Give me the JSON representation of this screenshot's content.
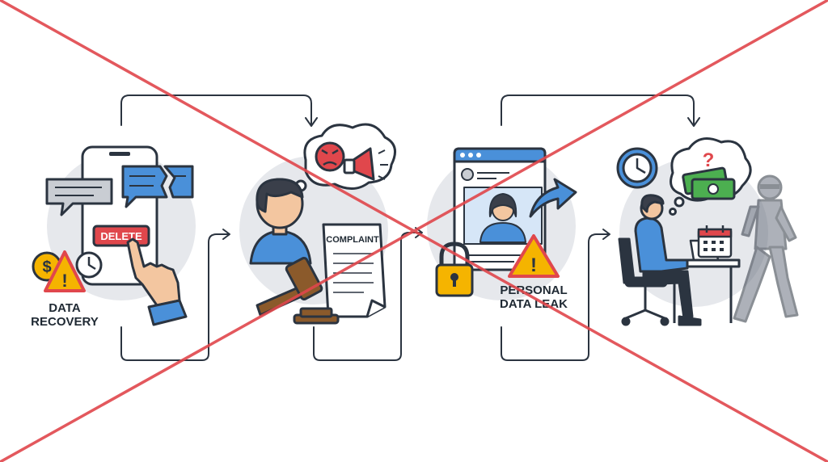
{
  "labels": {
    "delete_button": "DELETE",
    "data_recovery_line1": "DATA",
    "data_recovery_line2": "RECOVERY",
    "complaint": "COMPLAINT",
    "personal_data_leak_line1": "PERSONAL",
    "personal_data_leak_line2": "DATA LEAK"
  },
  "colors": {
    "outline": "#2b3440",
    "cross": "#e0474c",
    "circle_bg": "#e6e8ec",
    "chat_gray": "#c9cdd3",
    "chat_blue": "#4a90d9",
    "delete_red": "#e0474c",
    "warning_yellow": "#f5b400",
    "skin": "#f3c6a0",
    "shirt_blue": "#4a90d9",
    "hair": "#3a3f4a",
    "money_green": "#4caf50",
    "gavel_brown": "#8b5a2b",
    "lock_yellow": "#f5b400"
  },
  "icons": [
    "smartphone-icon",
    "chat-bubble-icon",
    "broken-chat-bubble-icon",
    "hand-pointer-icon",
    "dollar-coin-icon",
    "warning-icon",
    "clock-icon",
    "angry-face-icon",
    "megaphone-icon",
    "person-icon",
    "gavel-icon",
    "document-icon",
    "browser-window-icon",
    "share-arrow-icon",
    "padlock-icon",
    "wall-clock-icon",
    "money-icon",
    "question-mark-icon",
    "calendar-icon",
    "laptop-icon",
    "office-chair-icon",
    "desk-icon",
    "thief-icon"
  ]
}
